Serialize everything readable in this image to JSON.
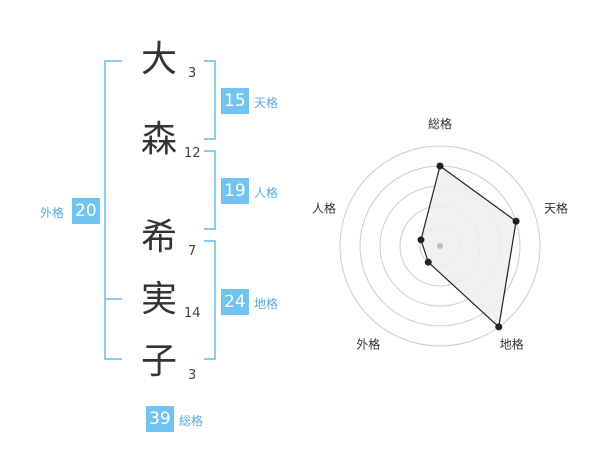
{
  "characters": [
    {
      "char": "大",
      "strokes": "3"
    },
    {
      "char": "森",
      "strokes": "12"
    },
    {
      "char": "希",
      "strokes": "7"
    },
    {
      "char": "実",
      "strokes": "14"
    },
    {
      "char": "子",
      "strokes": "3"
    }
  ],
  "kaku": {
    "tenkaku": {
      "value": "15",
      "label": "天格"
    },
    "jinkaku": {
      "value": "19",
      "label": "人格"
    },
    "chikaku": {
      "value": "24",
      "label": "地格"
    },
    "gaikaku": {
      "value": "20",
      "label": "外格"
    },
    "soukaku": {
      "value": "39",
      "label": "総格"
    }
  },
  "chart_data": {
    "type": "radar",
    "axes": [
      "総格",
      "天格",
      "地格",
      "外格",
      "人格"
    ],
    "values": [
      4,
      4,
      5,
      1,
      1
    ],
    "rmax": 5,
    "rings": 5,
    "colors": {
      "fill": "#eeeeee",
      "line": "#222222",
      "grid": "#cccccc",
      "center": "#bbbbbb"
    }
  }
}
